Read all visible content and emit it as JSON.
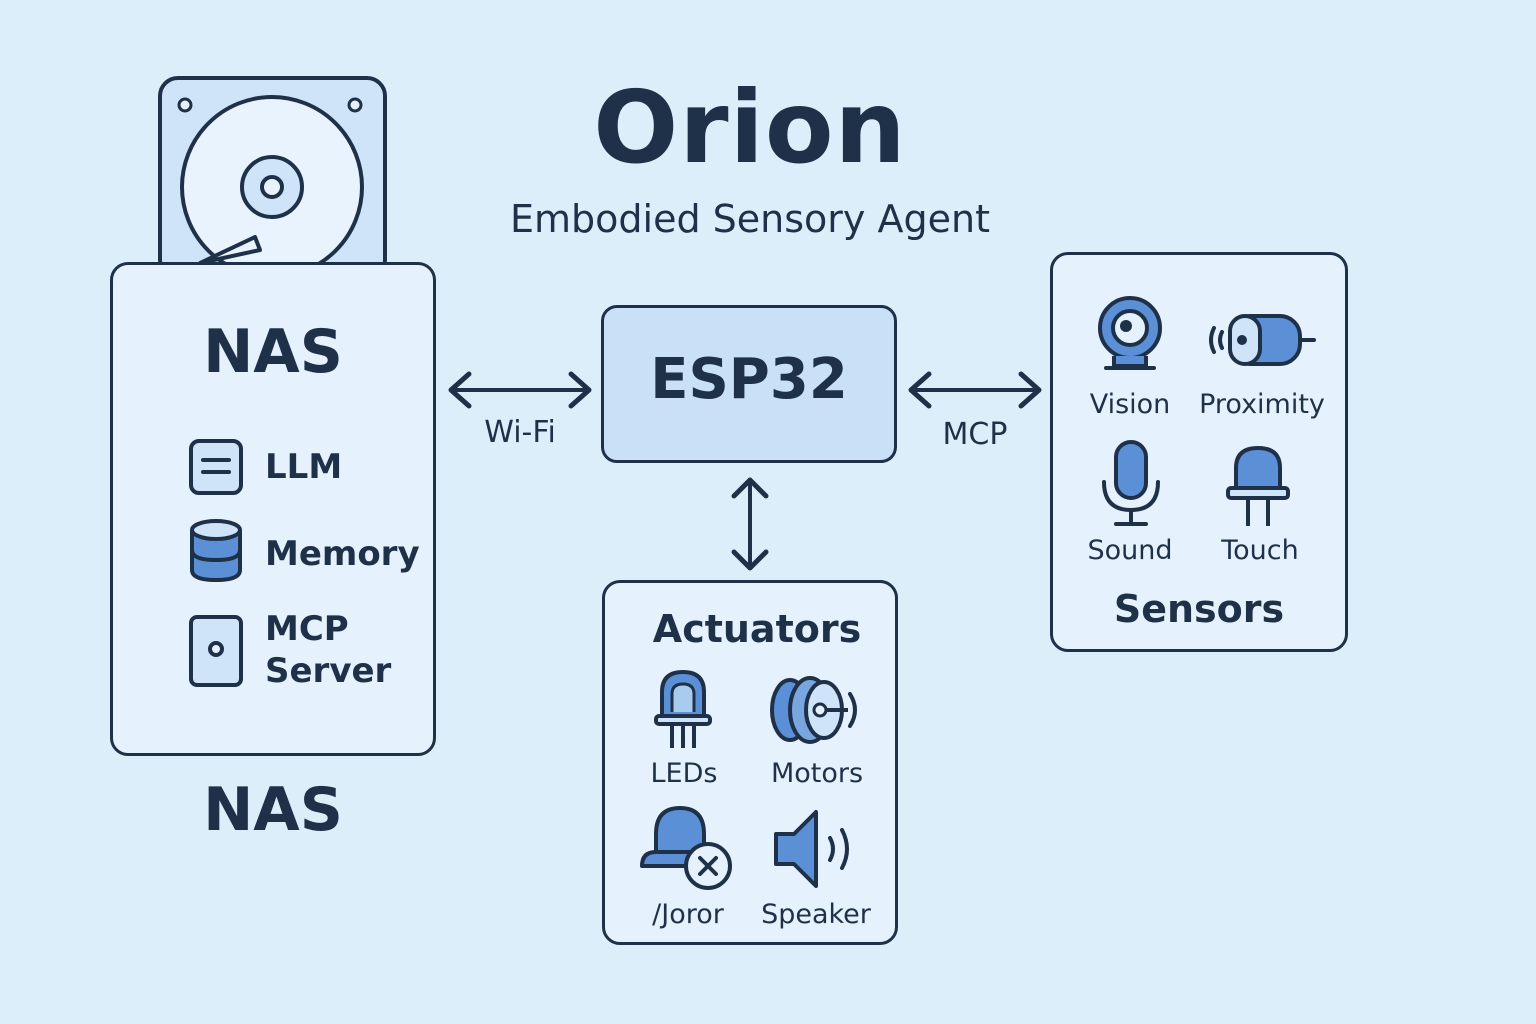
{
  "header": {
    "title": "Orion",
    "subtitle": "Embodied Sensory Agent"
  },
  "nas": {
    "heading": "NAS",
    "items": [
      {
        "label": "LLM",
        "icon": "document-icon"
      },
      {
        "label": "Memory",
        "icon": "database-icon"
      },
      {
        "label_line1": "MCP",
        "label_line2": "Server",
        "icon": "server-icon"
      }
    ],
    "caption": "NAS",
    "device_icon": "hard-drive-icon"
  },
  "links": {
    "nas_esp": "Wi-Fi",
    "esp_sensors": "MCP"
  },
  "esp32": {
    "label": "ESP32"
  },
  "actuators": {
    "heading": "Actuators",
    "items": [
      {
        "label": "LEDs",
        "icon": "led-icon"
      },
      {
        "label": "Motors",
        "icon": "motor-icon"
      },
      {
        "label": "/Joror",
        "icon": "alarm-icon"
      },
      {
        "label": "Speaker",
        "icon": "speaker-icon"
      }
    ]
  },
  "sensors": {
    "heading": "Sensors",
    "items": [
      {
        "label": "Vision",
        "icon": "camera-icon"
      },
      {
        "label": "Proximity",
        "icon": "proximity-sensor-icon"
      },
      {
        "label": "Sound",
        "icon": "microphone-icon"
      },
      {
        "label": "Touch",
        "icon": "touch-sensor-icon"
      }
    ]
  },
  "colors": {
    "background": "#ddeefb",
    "stroke": "#1f3148",
    "accent": "#5b8fd6",
    "panel": "#e5f2fd",
    "esp_fill": "#c9e0f7"
  }
}
